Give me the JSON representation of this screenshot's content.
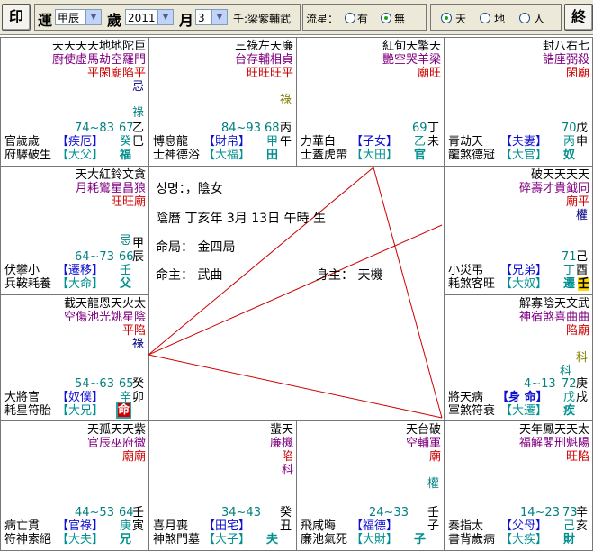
{
  "toolbar": {
    "seal_button": "印",
    "yun_label": "運",
    "yun_value": "甲辰",
    "sui_label": "歲",
    "sui_value": "2011",
    "yue_label": "月",
    "yue_value": "3",
    "si_hua_text": "壬:梁紫輔武",
    "liuxing_label": "流星：",
    "liuxing_yes": "有",
    "liuxing_no": "無",
    "tian_label": "天",
    "di_label": "地",
    "ren_label": "人",
    "end_button": "終"
  },
  "center": {
    "name_line": "성명：，陰女",
    "lunar_line": "陰曆  丁亥年   3月  13日  午時 生",
    "ju_line": "命局：  金四局",
    "mingzhu_line": "命主：  武曲",
    "shenzhu_line": "身主：  天機"
  },
  "palaces": [
    {
      "id": "si",
      "stars_top": "天天天天地地陀巨",
      "stars_row2": "廚使虛馬劫空羅門",
      "bright": "平閑廟陷平",
      "hua": "忌",
      "hua2": "祿",
      "range": "74~83",
      "num": "67",
      "stem": "乙",
      "branch": "巳",
      "palace": "【疾厄】",
      "palace_short": "【大父】",
      "stem2": "癸",
      "tag": "福",
      "gods1": "官歲歲",
      "gods2": "府驛破生"
    },
    {
      "id": "wu",
      "stars_top": "三祿左天廉",
      "stars_row2": "台存輔相貞",
      "bright": "旺旺旺平",
      "hua": "祿",
      "range": "84~93",
      "num": "68",
      "stem": "丙",
      "branch": "午",
      "palace": "【財帛】",
      "palace_short": "【大福】",
      "stem2": "甲",
      "tag": "田",
      "gods1": "博息龍",
      "gods2": "士神德浴"
    },
    {
      "id": "wei",
      "stars_top": "紅旬天擎天",
      "stars_row2": "艷空哭羊梁",
      "bright": "廟旺",
      "range": "",
      "num": "69",
      "stem": "丁",
      "branch": "未",
      "palace": "【子女】",
      "palace_short": "【大田】",
      "stem2": "乙",
      "tag": "官",
      "gods1": "力華白",
      "gods2": "士蓋虎帶"
    },
    {
      "id": "shen",
      "stars_top": "封八右七",
      "stars_row2": "誥座弼殺",
      "bright": "閑廟",
      "range": "",
      "num": "70",
      "stem": "戊",
      "branch": "申",
      "palace": "【夫妻】",
      "palace_short": "【大官】",
      "stem2": "丙",
      "tag": "奴",
      "gods1": "青劫天",
      "gods2": "龍煞德冠"
    },
    {
      "id": "chen",
      "stars_top": "天大紅鈴文貪",
      "stars_row2": "月耗鸞星昌狼",
      "bright": "旺旺廟",
      "hua": "忌",
      "range": "64~73",
      "num": "66",
      "stem": "甲",
      "branch": "辰",
      "palace": "【遷移】",
      "palace_short": "【大命】",
      "stem2": "壬",
      "tag": "父",
      "gods1": "伏攀小",
      "gods2": "兵鞍耗養"
    },
    {
      "id": "you",
      "stars_top": "破天天天天",
      "stars_row2": "碎壽才貴鉞同",
      "bright": "廟平",
      "hua": "權",
      "range": "",
      "num": "71",
      "stem": "己",
      "branch": "酉",
      "palace": "【兄弟】",
      "palace_short": "【大奴】",
      "stem2": "丁",
      "tag": "遷",
      "tag2": "壬",
      "gods1": "小災弔",
      "gods2": "耗煞客旺"
    },
    {
      "id": "mao",
      "stars_top": "截天龍恩天火太",
      "stars_row2": "空傷池光姚星陰",
      "bright": "平陷",
      "hua": "祿",
      "range": "54~63",
      "num": "65",
      "stem": "癸",
      "branch": "卯",
      "palace": "【奴僕】",
      "palace_short": "【大兄】",
      "stem2": "辛",
      "tag": "命",
      "gods1": "大將官",
      "gods2": "耗星符胎"
    },
    {
      "id": "xu",
      "stars_top": "解寡陰天文武",
      "stars_row2": "神宿煞喜曲曲",
      "bright": "陷廟",
      "hua": "科",
      "hua2": "科",
      "range": "4~13",
      "num": "72",
      "stem": "庚",
      "branch": "戌",
      "palace": "【身  命】",
      "palace_short": "【大遷】",
      "stem2": "戊",
      "tag": "疾",
      "gods1": "將天病",
      "gods2": "軍煞符衰"
    },
    {
      "id": "yin",
      "stars_top": "天孤天天紫",
      "stars_row2": "官辰巫府微",
      "bright": "廟廟",
      "range": "44~53",
      "num": "64",
      "stem": "壬",
      "branch": "寅",
      "palace": "【官祿】",
      "palace_short": "【大夫】",
      "stem2": "庚",
      "tag": "兄",
      "gods1": "病亡貫",
      "gods2": "符神索絕"
    },
    {
      "id": "chou",
      "stars_top": "蜚天",
      "stars_row2": "廉機",
      "bright": "陷",
      "hua": "科",
      "range": "34~43",
      "num": "",
      "stem": "癸",
      "branch": "丑",
      "palace": "【田宅】",
      "palace_short": "【大子】",
      "stem2": "",
      "tag": "夫",
      "gods1": "喜月喪",
      "gods2": "神煞門墓"
    },
    {
      "id": "zi",
      "stars_top": "天台破",
      "stars_row2": "空輔軍",
      "bright": "廟",
      "hua": "權",
      "range": "24~33",
      "num": "",
      "stem": "壬",
      "branch": "子",
      "palace": "【福德】",
      "palace_short": "【大財】",
      "stem2": "",
      "tag": "子",
      "gods1": "飛咸晦",
      "gods2": "廉池氣死"
    },
    {
      "id": "hai",
      "stars_top": "天年鳳天天太",
      "stars_row2": "福解閣刑魁陽",
      "bright": "旺陷",
      "range": "14~23",
      "num": "73",
      "stem": "辛",
      "branch": "亥",
      "palace": "【父母】",
      "palace_short": "【大疾】",
      "stem2": "己",
      "tag": "財",
      "gods1": "奏指太",
      "gods2": "書背歲病"
    }
  ]
}
